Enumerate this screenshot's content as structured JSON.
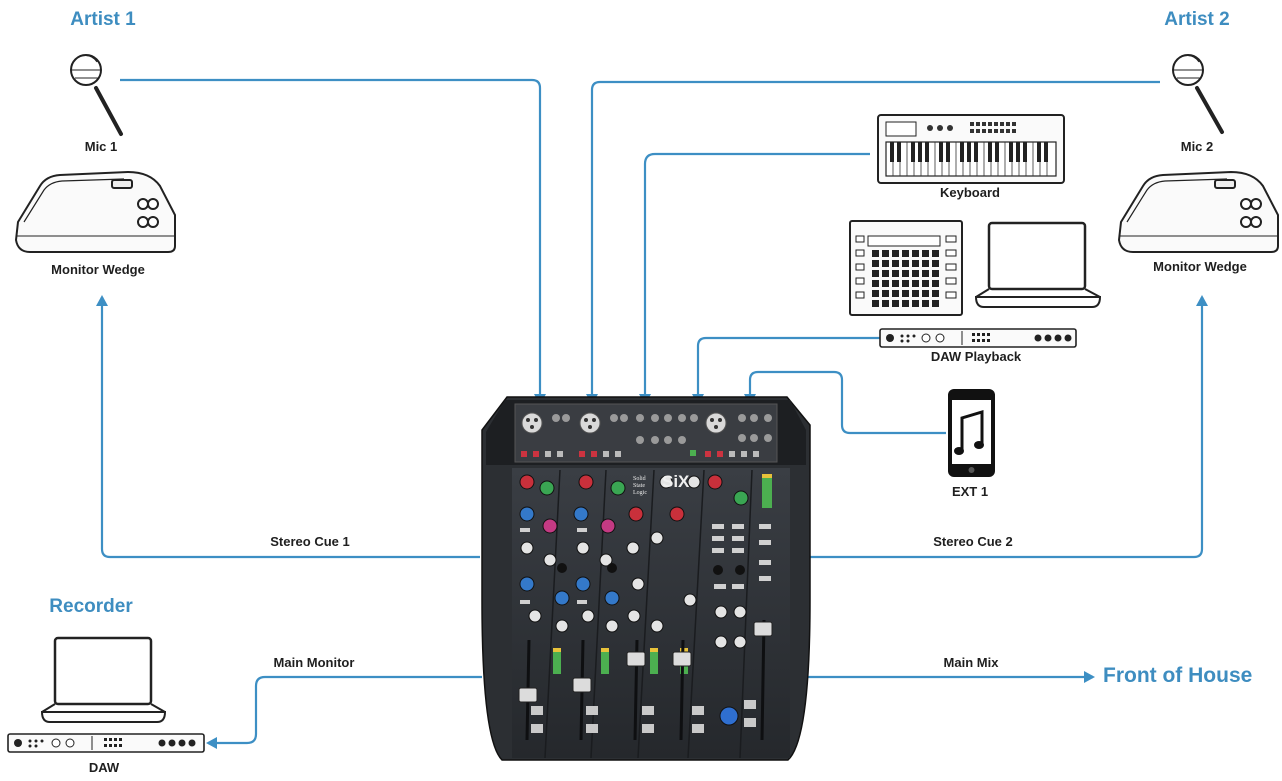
{
  "headings": {
    "artist1": "Artist 1",
    "artist2": "Artist 2",
    "recorder": "Recorder",
    "front_of_house": "Front of House"
  },
  "devices": {
    "mic1": "Mic 1",
    "mic2": "Mic 2",
    "monitor_wedge_left": "Monitor Wedge",
    "monitor_wedge_right": "Monitor Wedge",
    "keyboard": "Keyboard",
    "daw_playback": "DAW Playback",
    "ext1": "EXT 1",
    "daw": "DAW"
  },
  "connections": {
    "stereo_cue_1": "Stereo Cue 1",
    "stereo_cue_2": "Stereo Cue 2",
    "main_monitor": "Main Monitor",
    "main_mix": "Main Mix"
  },
  "console": {
    "brand_lines": [
      "Solid",
      "State",
      "Logic"
    ],
    "model": "SiX"
  },
  "colors": {
    "arrow": "#3d8fc4",
    "heading": "#3e8dc0",
    "console_body": "#2a2d31"
  }
}
